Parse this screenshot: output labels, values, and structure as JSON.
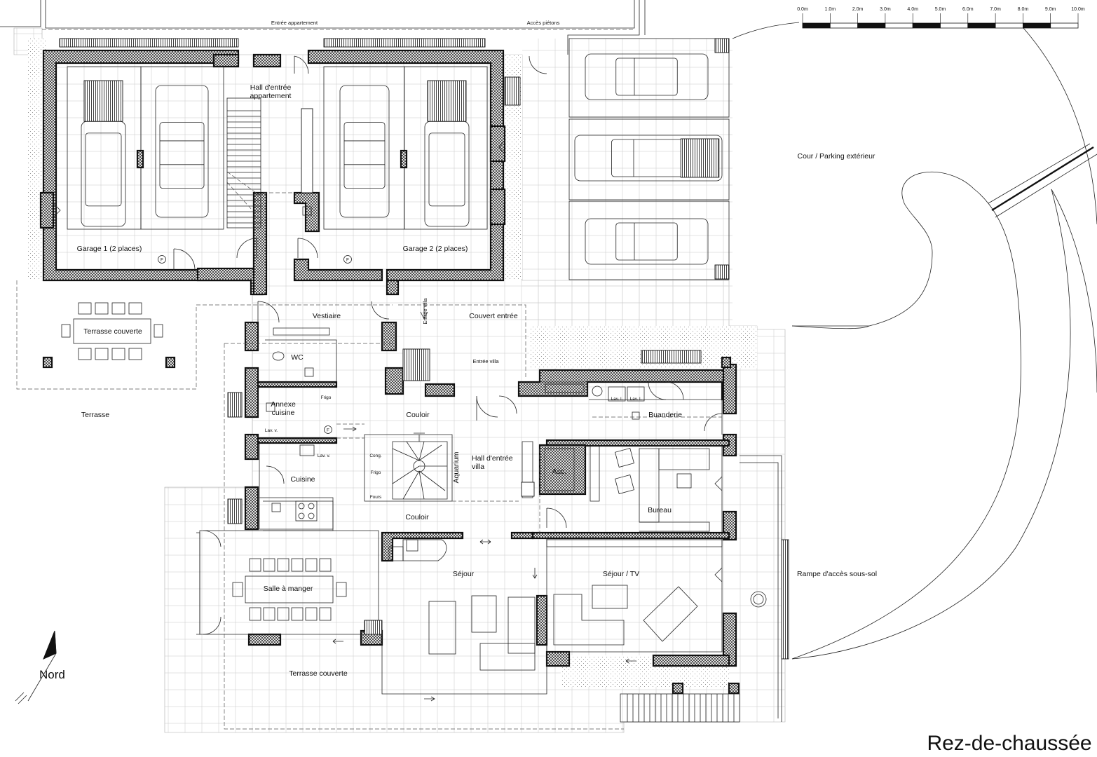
{
  "sheet": {
    "title": "Rez-de-chaussée",
    "north_label": "Nord"
  },
  "scale_bar": {
    "labels": [
      "0.0m",
      "1.0m",
      "2.0m",
      "3.0m",
      "4.0m",
      "5.0m",
      "6.0m",
      "7.0m",
      "8.0m",
      "9.0m",
      "10.0m"
    ]
  },
  "rooms": {
    "hall_appartement": "Hall d'entrée appartement",
    "garage1": "Garage 1 (2 places)",
    "garage2": "Garage 2 (2 places)",
    "cour": "Cour / Parking extérieur",
    "terrasse_couverte_1": "Terrasse couverte",
    "vestiaire": "Vestiaire",
    "couvert_entree": "Couvert entrée",
    "wc": "WC",
    "terrasse": "Terrasse",
    "annexe_cuisine": "Annexe cuisine",
    "couloir_1": "Couloir",
    "buanderie": "Buanderie",
    "hall_villa": "Hall d'entrée villa",
    "aquarium": "Aquarium",
    "asc": "Asc.",
    "cuisine": "Cuisine",
    "bureau": "Bureau",
    "couloir_2": "Couloir",
    "sejour": "Séjour",
    "sejour_tv": "Séjour / TV",
    "salle_a_manger": "Salle à manger",
    "rampe": "Rampe d'accès sous-sol",
    "terrasse_couverte_2": "Terrasse couverte"
  },
  "small_labels": {
    "entree_appartement": "Entrée appartement",
    "acces_pietons": "Accès piétons",
    "entree_villa_1": "Entrée villa",
    "entree_villa_2": "Entrée villa",
    "frigo_1": "Frigo",
    "lav_v_1": "Lav. v.",
    "lav_v_2": "Lav. v.",
    "lav_l_1": "Lav. l.",
    "lav_l_2": "Lav. l.",
    "cong": "Cong.",
    "frigo_2": "Frigo",
    "fours": "Fours",
    "f_mark": "F"
  }
}
